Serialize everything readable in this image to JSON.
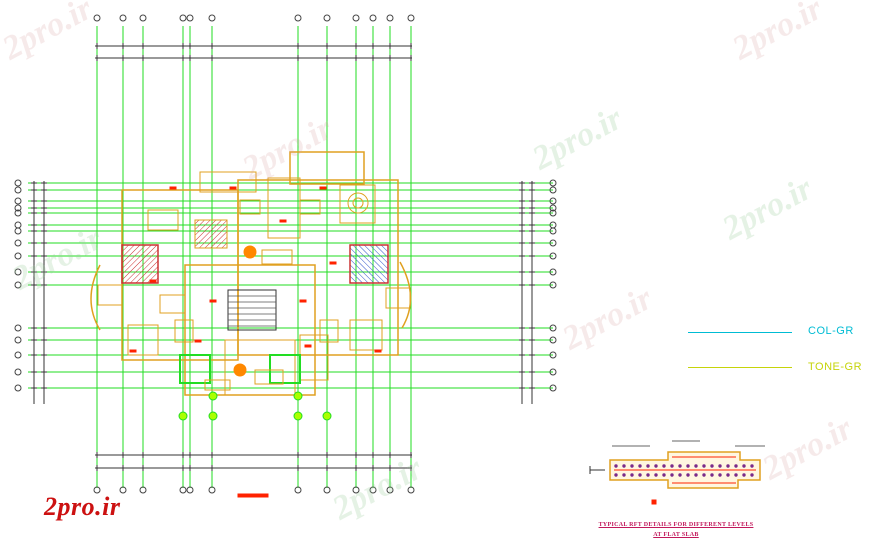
{
  "watermark": {
    "text": "2pro.ir"
  },
  "logo": {
    "text": "2pro.ir"
  },
  "legend": [
    {
      "label": "COL-GR",
      "color": "#00bcd4"
    },
    {
      "label": "TONE-GR",
      "color": "#c6d40a"
    }
  ],
  "detail": {
    "caption_line1": "TYPICAL RFT DETAILS FOR DIFFERENT LEVELS",
    "caption_line2": "AT FLAT SLAB"
  },
  "colors": {
    "grid": "#22dd22",
    "dimension": "#333333",
    "walls": "#e0a020",
    "accent": "#ff2200",
    "hatch": "#cc3333"
  }
}
